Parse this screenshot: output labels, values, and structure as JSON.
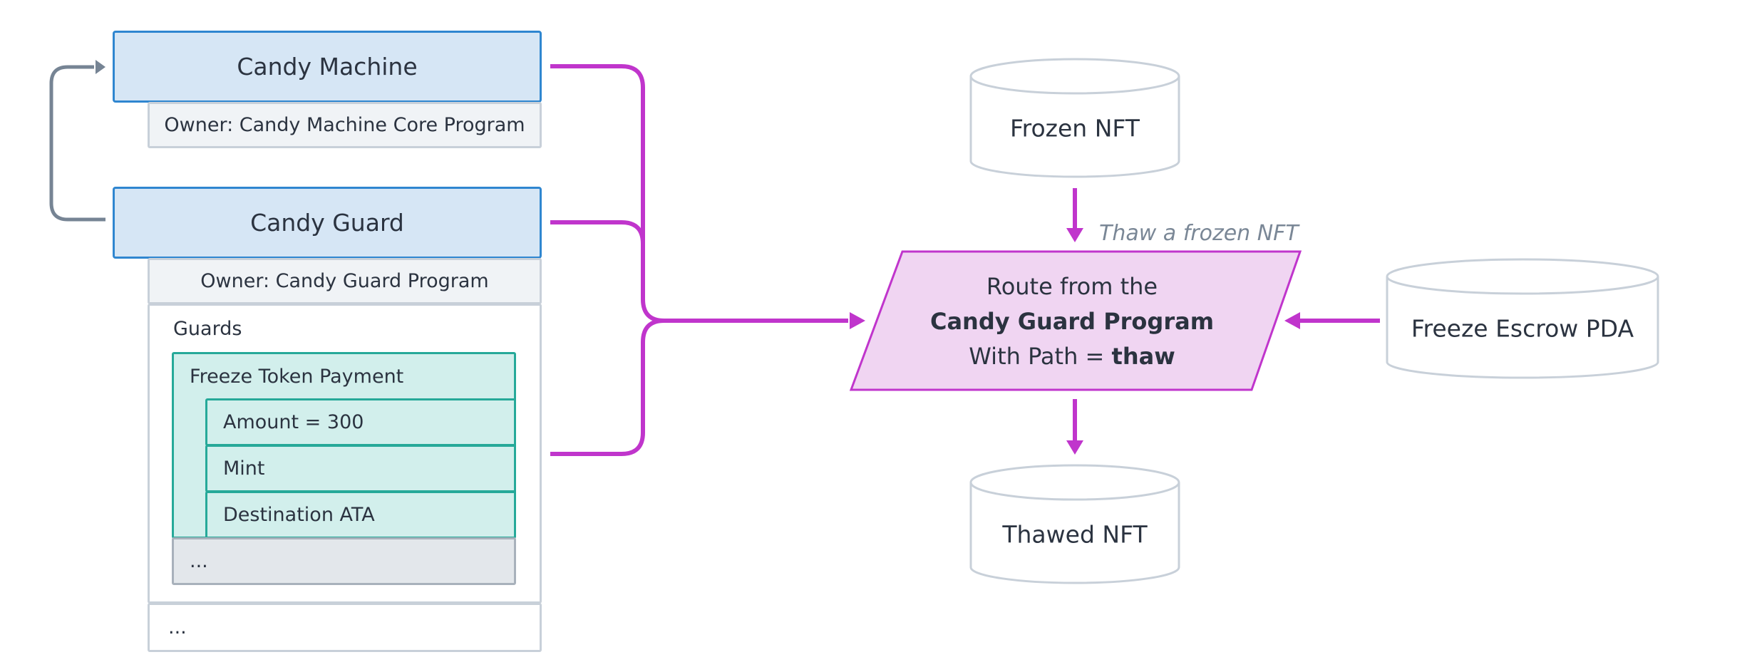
{
  "left": {
    "candy_machine": {
      "title": "Candy Machine",
      "owner": "Owner: Candy Machine Core Program"
    },
    "candy_guard": {
      "title": "Candy Guard",
      "owner": "Owner: Candy Guard Program",
      "guards_heading": "Guards",
      "guard": {
        "name": "Freeze Token Payment",
        "settings": [
          "Amount = 300",
          "Mint",
          "Destination ATA"
        ]
      },
      "more_guards": "...",
      "more_fields": "..."
    }
  },
  "center": {
    "frozen_nft": "Frozen NFT",
    "annotation": "Thaw a frozen NFT",
    "route": {
      "line1": "Route from the",
      "line2": "Candy Guard Program",
      "line3_prefix": "With Path = ",
      "line3_value": "thaw"
    },
    "thawed_nft": "Thawed NFT"
  },
  "right": {
    "escrow": "Freeze Escrow PDA"
  },
  "colors": {
    "account_fill": "#d6e6f5",
    "account_border": "#2f86d0",
    "guard_fill": "#d2efec",
    "guard_border": "#26a999",
    "route_fill": "#f0d5f2",
    "connector": "#c035cc",
    "muted_line": "#768494"
  }
}
